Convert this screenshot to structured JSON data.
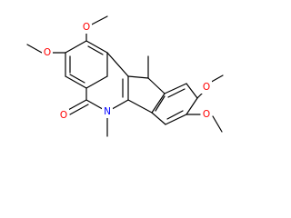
{
  "molecule": {
    "atoms": {
      "o_2": "O",
      "o_3": "O",
      "o_carbonyl": "O",
      "n_6": "N",
      "o_9": "O",
      "o_10": "O"
    },
    "colors": {
      "bond": "#000000",
      "oxygen": "#ff0000",
      "nitrogen": "#0000ff",
      "background": "#ffffff"
    }
  }
}
